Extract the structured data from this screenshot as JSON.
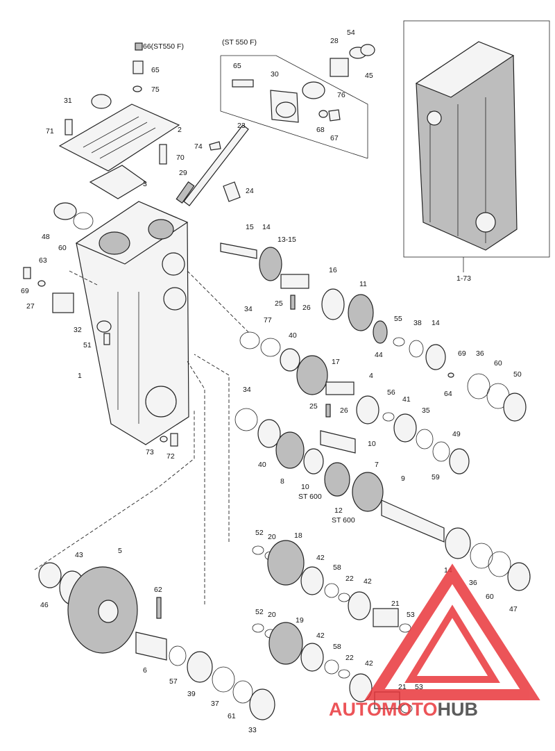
{
  "diagram": {
    "inset_label": "(ST 550 F)",
    "assembly_label": "1-73",
    "callouts": {
      "c66": "66(ST550 F)",
      "c65": "65",
      "c75": "75",
      "c31": "31",
      "c71": "71",
      "c2": "2",
      "c70": "70",
      "c3": "3",
      "c74": "74",
      "c23": "23",
      "c29": "29",
      "c24": "24",
      "c65b": "65",
      "c30": "30",
      "c76": "76",
      "c68": "68",
      "c67": "67",
      "c28": "28",
      "c54": "54",
      "c45": "45",
      "c48": "48",
      "c60": "60",
      "c63": "63",
      "c69": "69",
      "c27": "27",
      "c32": "32",
      "c51": "51",
      "c1": "1",
      "c73": "73",
      "c72": "72",
      "c15": "15",
      "c14": "14",
      "c1315": "13-15",
      "c16": "16",
      "c11": "11",
      "c25": "25",
      "c26": "26",
      "c34": "34",
      "c77": "77",
      "c40": "40",
      "c17": "17",
      "c55": "55",
      "c38": "38",
      "c14b": "14",
      "c44": "44",
      "c69b": "69",
      "c64": "64",
      "c36": "36",
      "c60b": "60",
      "c50": "50",
      "c4": "4",
      "c56": "56",
      "c41": "41",
      "c35": "35",
      "c49": "49",
      "c59": "59",
      "c25b": "25",
      "c26b": "26",
      "c34b": "34",
      "c40b": "40",
      "c8": "8",
      "c10": "10",
      "c10b": "10",
      "st600a": "ST 600",
      "c12": "12",
      "st600b": "ST 600",
      "c7": "7",
      "c9": "9",
      "c52": "52",
      "c20": "20",
      "c18": "18",
      "c42": "42",
      "c58": "58",
      "c22": "22",
      "c42b": "42",
      "c21": "21",
      "c53": "53",
      "c14c": "14",
      "c36b": "36",
      "c60c": "60",
      "c47": "47",
      "c43": "43",
      "c5": "5",
      "c46": "46",
      "c62": "62",
      "c52b": "52",
      "c20b": "20",
      "c19": "19",
      "c42c": "42",
      "c58b": "58",
      "c22b": "22",
      "c42d": "42",
      "c21b": "21",
      "c53b": "53",
      "c6": "6",
      "c57": "57",
      "c39": "39",
      "c37": "37",
      "c61": "61",
      "c33": "33"
    }
  },
  "watermark": {
    "text_part1": "AUTOMOTO",
    "text_part2": "HUB",
    "color_accent": "#e9373c",
    "color_dark": "#404040"
  }
}
